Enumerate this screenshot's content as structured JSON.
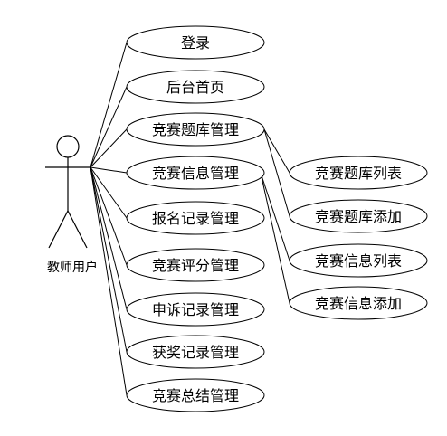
{
  "actor": {
    "name": "教师用户"
  },
  "use_cases": [
    {
      "id": "login",
      "label": "登录"
    },
    {
      "id": "home",
      "label": "后台首页"
    },
    {
      "id": "question-bank",
      "label": "竞赛题库管理"
    },
    {
      "id": "contest-info",
      "label": "竞赛信息管理"
    },
    {
      "id": "registration",
      "label": "报名记录管理"
    },
    {
      "id": "scoring",
      "label": "竞赛评分管理"
    },
    {
      "id": "appeal",
      "label": "申诉记录管理"
    },
    {
      "id": "award",
      "label": "获奖记录管理"
    },
    {
      "id": "summary",
      "label": "竞赛总结管理"
    }
  ],
  "sub_cases": [
    {
      "id": "question-bank-list",
      "label": "竞赛题库列表",
      "parent": "question-bank"
    },
    {
      "id": "question-bank-add",
      "label": "竞赛题库添加",
      "parent": "question-bank"
    },
    {
      "id": "contest-info-list",
      "label": "竞赛信息列表",
      "parent": "contest-info"
    },
    {
      "id": "contest-info-add",
      "label": "竞赛信息添加",
      "parent": "contest-info"
    }
  ],
  "colors": {
    "stroke": "#000000",
    "fill": "#ffffff"
  }
}
